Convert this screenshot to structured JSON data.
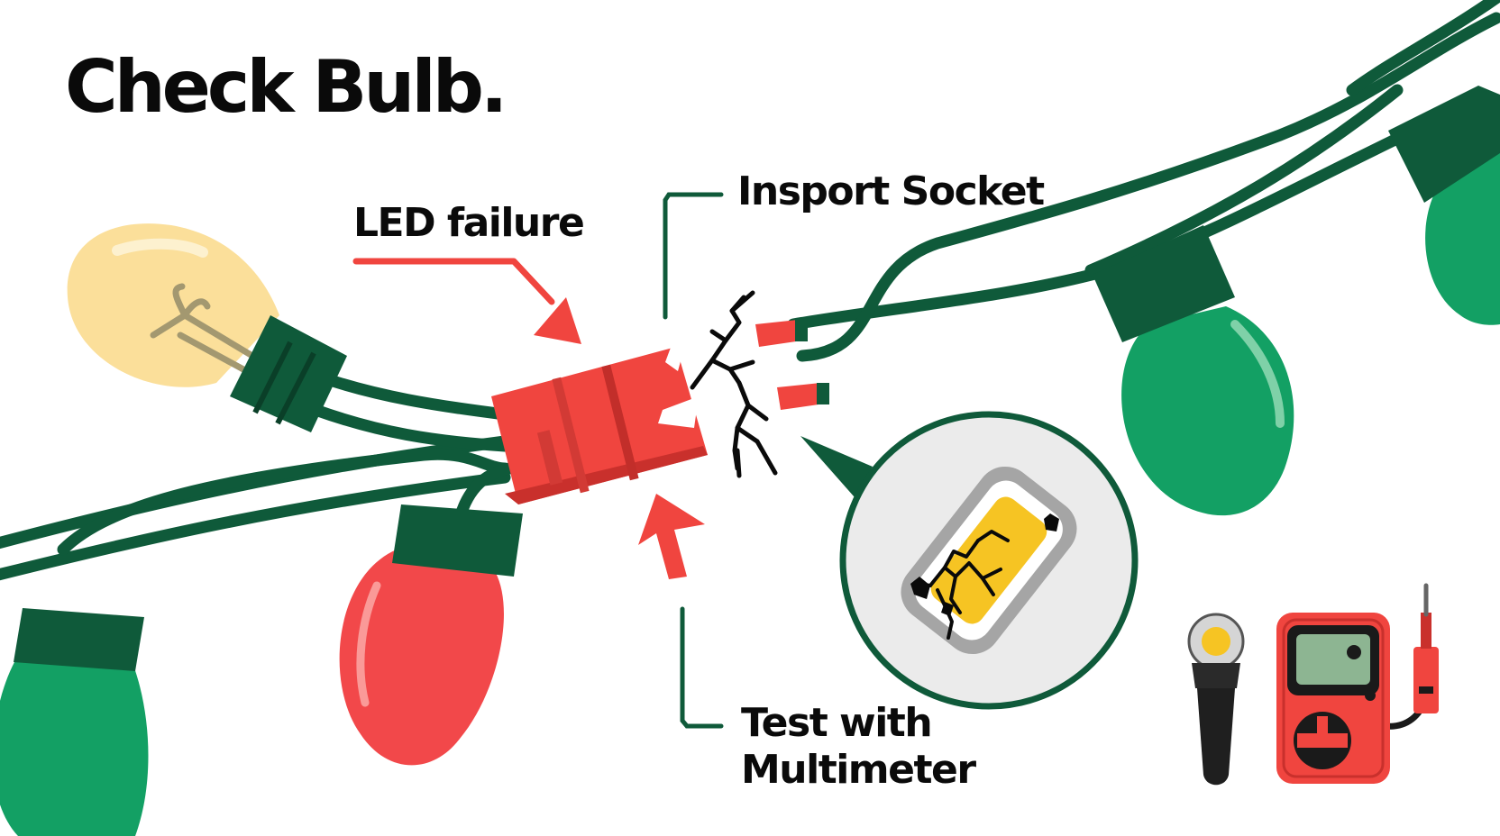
{
  "title": "Check Bulb.",
  "callouts": {
    "led_failure": "LED failure",
    "inspect_socket": "Insport Socket",
    "test_line1": "Test with",
    "test_line2": "Multimeter"
  },
  "colors": {
    "wire": "#0f5a3a",
    "cap": "#0f5a3a",
    "green_bulb": "#13a064",
    "red_bulb": "#f2484a",
    "yellow_bulb": "#fbdf9a",
    "socket_red": "#f0453f",
    "socket_red_dark": "#c9302c",
    "callout_red": "#f0453f",
    "led_chip": "#f6c423",
    "text": "#0a0a0a"
  },
  "icons": [
    "bulb-icon",
    "socket-icon",
    "crack-icon",
    "magnifier-icon",
    "led-chip-icon",
    "flashlight-icon",
    "multimeter-icon",
    "arrow-icon"
  ]
}
